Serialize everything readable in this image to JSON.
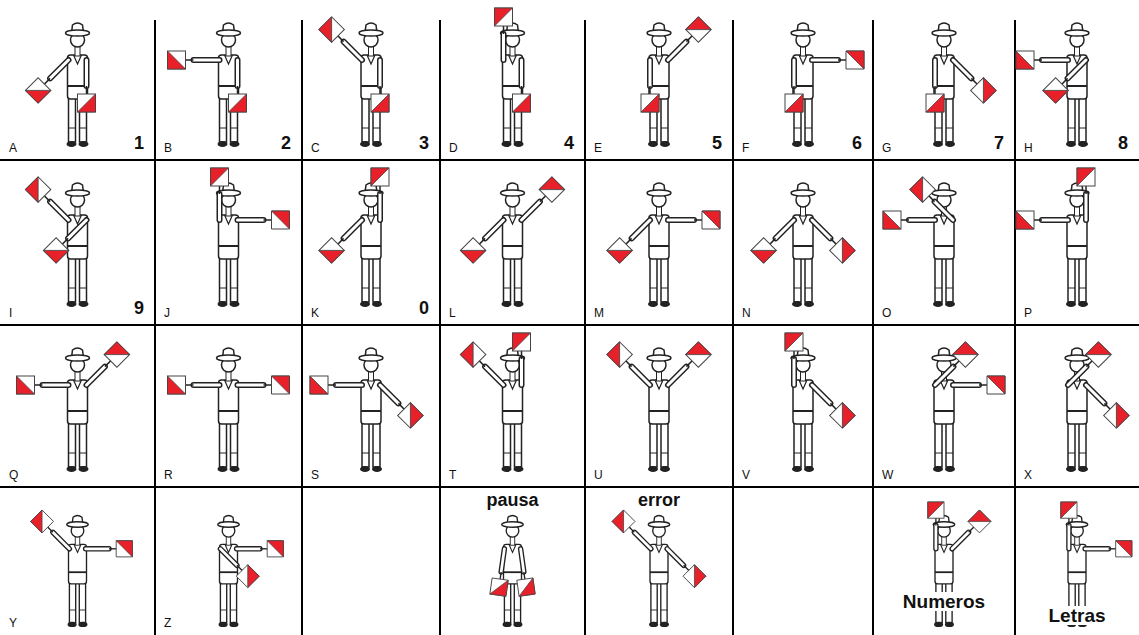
{
  "diagram": {
    "labels": [
      "A",
      "1",
      "B",
      "2",
      "C",
      "3",
      "D",
      "4",
      "E",
      "5",
      "F",
      "6",
      "G",
      "7",
      "H",
      "8",
      "I",
      "9",
      "J",
      "K",
      "0",
      "L",
      "M",
      "N",
      "O",
      "P",
      "Q",
      "R",
      "S",
      "T",
      "U",
      "V",
      "W",
      "X",
      "Y",
      "Z",
      "pausa",
      "error",
      "Numeros",
      "Letras"
    ]
  }
}
